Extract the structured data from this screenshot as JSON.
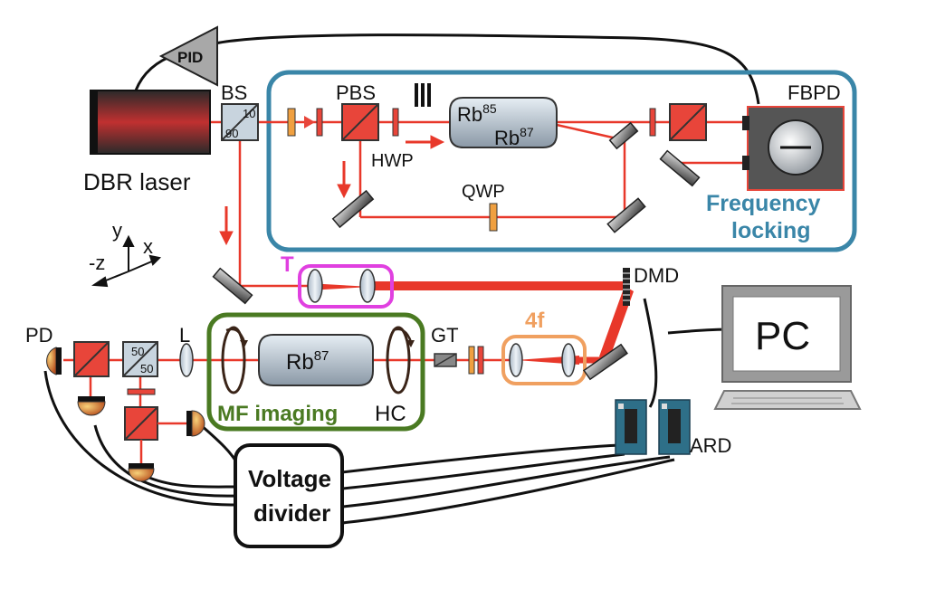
{
  "labels": {
    "pid": "PID",
    "bs": "BS",
    "bs_ratio_top": "10",
    "bs_ratio_bottom": "90",
    "pbs": "PBS",
    "hwp": "HWP",
    "qwp": "QWP",
    "fbpd": "FBPD",
    "dbr_laser": "DBR laser",
    "freq_locking_line1": "Frequency",
    "freq_locking_line2": "locking",
    "rb85": "Rb",
    "rb85_sup": "85",
    "rb87": "Rb",
    "rb87_sup": "87",
    "axis_y": "y",
    "axis_x": "x",
    "axis_z": "-z",
    "telescope": "T",
    "dmd": "DMD",
    "pc": "PC",
    "pd": "PD",
    "lens": "L",
    "splitter_top": "50",
    "splitter_bottom": "50",
    "cell_rb": "Rb",
    "cell_sup": "87",
    "gt": "GT",
    "fourf": "4f",
    "hc": "HC",
    "mf_imaging": "MF imaging",
    "ard": "ARD",
    "voltage_line1": "Voltage",
    "voltage_line2": "divider"
  },
  "colors": {
    "beam": "#e8382a",
    "locking_box": "#3a86a8",
    "mf_box": "#4a7a22",
    "telescope_box": "#e040e0",
    "fourf_box": "#f0a060",
    "optic_red": "#e8453a",
    "waveplate": "#f0a040",
    "detector": "#c8902a",
    "gray": "#9a9a9a"
  }
}
